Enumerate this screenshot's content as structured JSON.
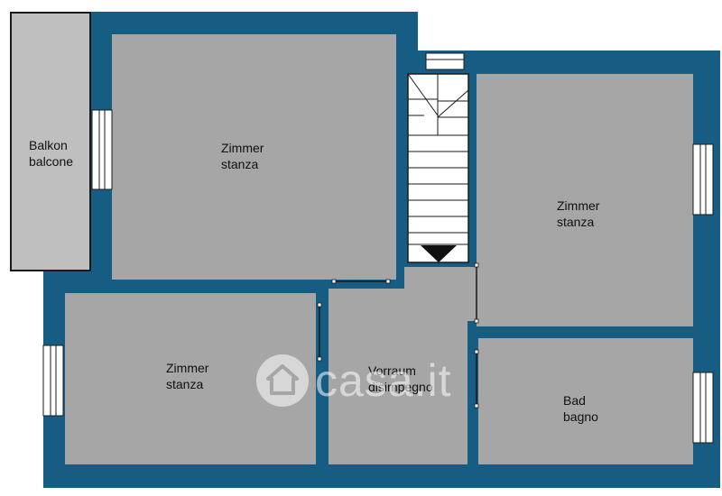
{
  "colors": {
    "wall": "#175c82",
    "floor": "#a6a6a6",
    "balcony": "#bfbfbf",
    "window_glass": "#ffffff",
    "stair_bg": "#ffffff",
    "outline": "#1a1a1a"
  },
  "rooms": {
    "balcony": {
      "line1": "Balkon",
      "line2": "balcone"
    },
    "room_top_left": {
      "line1": "Zimmer",
      "line2": "stanza"
    },
    "room_right": {
      "line1": "Zimmer",
      "line2": "stanza"
    },
    "room_bottom_left": {
      "line1": "Zimmer",
      "line2": "stanza"
    },
    "hallway": {
      "line1": "Vorraum",
      "line2": "disimpegno"
    },
    "bathroom": {
      "line1": "Bad",
      "line2": "bagno"
    }
  },
  "watermark": {
    "text": "casa.it",
    "icon": "house-icon"
  }
}
